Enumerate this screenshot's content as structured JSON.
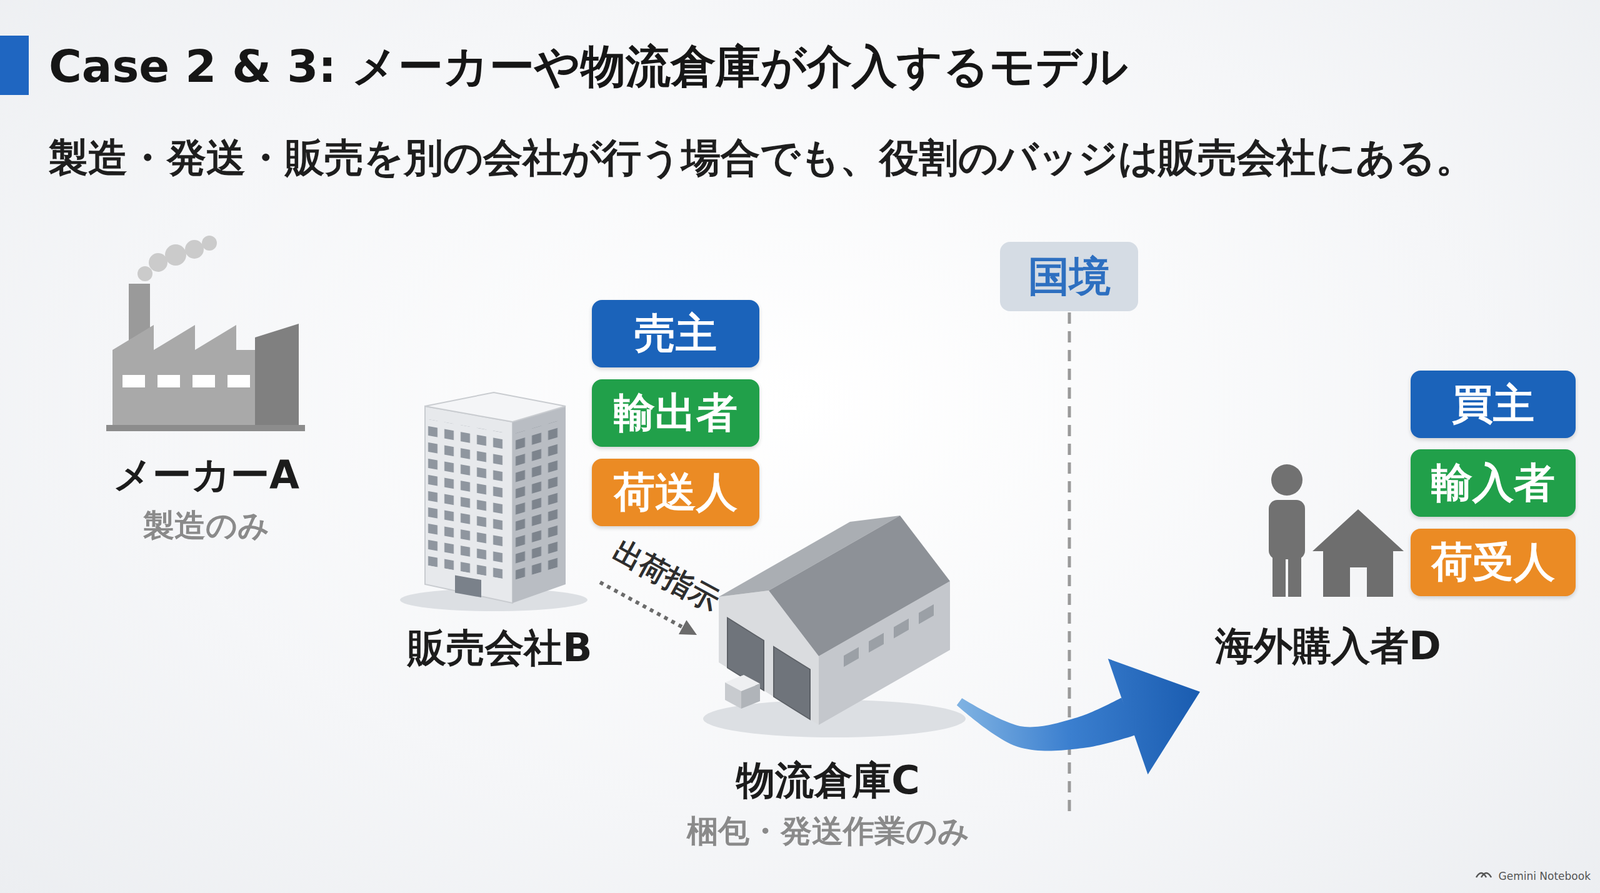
{
  "diagram": {
    "title": "Case 2 & 3: メーカーや物流倉庫が介入するモデル",
    "nodes": [
      {
        "text": [
          "メーカーA",
          "製造のみ"
        ]
      },
      {
        "text": [
          "売主"
        ]
      },
      {
        "text": [
          "輸出者"
        ]
      },
      {
        "text": [
          "荷送人"
        ]
      },
      {
        "text": [
          "販売会社B"
        ]
      },
      {
        "text": [
          "国境"
        ]
      },
      {
        "text": [
          "物流倉庫C",
          "梱包・発送作業のみ"
        ]
      },
      {
        "text": [
          "買主"
        ]
      },
      {
        "text": [
          "輸入者"
        ]
      },
      {
        "text": [
          "荷受人"
        ]
      },
      {
        "text": [
          "海外購入者D"
        ]
      }
    ],
    "edges": [
      {
        "from": 4,
        "to": 6,
        "label": "出荷指示",
        "arrow": "to"
      },
      {
        "from": 6,
        "to": 10,
        "arrow": "to"
      }
    ],
    "labels": [
      "製造・発送・販売を別の会社が行う場合でも、役割のバッジは販売会社にある。",
      "Gemini Notebook"
    ]
  }
}
